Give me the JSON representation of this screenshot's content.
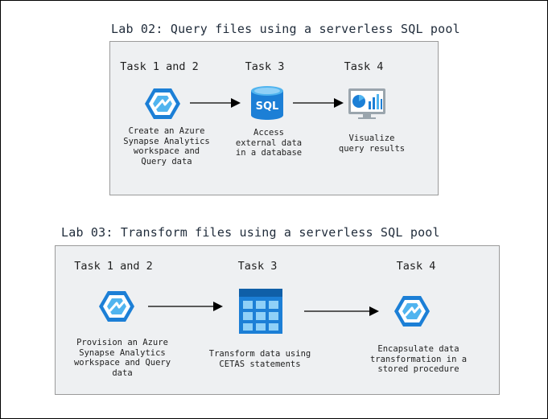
{
  "lab02": {
    "title": "Lab 02: Query files using a serverless SQL pool",
    "tasks": [
      {
        "label": "Task 1 and 2",
        "icon": "synapse-icon",
        "desc": [
          "Create an Azure",
          "Synapse Analytics",
          "workspace and",
          "Query data"
        ]
      },
      {
        "label": "Task 3",
        "icon": "sql-database-icon",
        "icon_text": "SQL",
        "desc": [
          "Access",
          "external data",
          "in a database"
        ]
      },
      {
        "label": "Task 4",
        "icon": "dashboard-icon",
        "desc": [
          "Visualize",
          "query results"
        ]
      }
    ]
  },
  "lab03": {
    "title": "Lab 03: Transform files using a serverless SQL pool",
    "tasks": [
      {
        "label": "Task 1 and 2",
        "icon": "synapse-icon",
        "desc": [
          "Provision an Azure",
          "Synapse Analytics",
          "workspace and Query",
          "data"
        ]
      },
      {
        "label": "Task 3",
        "icon": "table-grid-icon",
        "desc": [
          "Transform data using",
          "CETAS statements"
        ]
      },
      {
        "label": "Task 4",
        "icon": "synapse-icon",
        "desc": [
          "Encapsulate data",
          "transformation in a",
          "stored procedure"
        ]
      }
    ]
  },
  "colors": {
    "panel_bg": "#eef0f2",
    "panel_border": "#9a9a9a",
    "azure_blue": "#1c7fd6",
    "azure_light": "#50b4ef",
    "arrow": "#000000"
  }
}
